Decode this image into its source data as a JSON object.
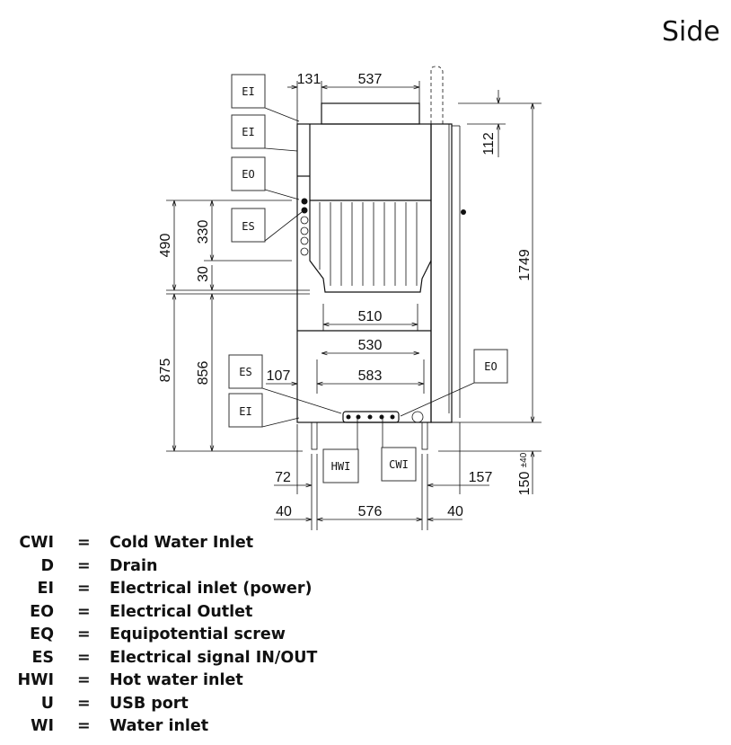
{
  "title": "Side",
  "callouts": {
    "ei_top": "EI",
    "ei_mid": "EI",
    "eo_top": "EO",
    "es_top": "ES",
    "es_bottom": "ES",
    "ei_bottom": "EI",
    "eo_right": "EO",
    "hwi": "HWI",
    "cwi": "CWI"
  },
  "dimensions": {
    "d131": "131",
    "d537": "537",
    "d112": "112",
    "d1749": "1749",
    "d490": "490",
    "d330": "330",
    "d30": "30",
    "d875": "875",
    "d856": "856",
    "d510": "510",
    "d530": "530",
    "d583": "583",
    "d107": "107",
    "d72": "72",
    "d157": "157",
    "d150": "150",
    "d150_tol": "±40",
    "d40_left": "40",
    "d576": "576",
    "d40_right": "40"
  },
  "legend": [
    {
      "abbr": "CWI",
      "eq": "=",
      "desc": "Cold Water Inlet"
    },
    {
      "abbr": "D",
      "eq": "=",
      "desc": "Drain"
    },
    {
      "abbr": "EI",
      "eq": "=",
      "desc": "Electrical inlet (power)"
    },
    {
      "abbr": "EO",
      "eq": "=",
      "desc": "Electrical Outlet"
    },
    {
      "abbr": "EQ",
      "eq": "=",
      "desc": "Equipotential screw"
    },
    {
      "abbr": "ES",
      "eq": "=",
      "desc": "Electrical signal IN/OUT"
    },
    {
      "abbr": "HWI",
      "eq": "=",
      "desc": "Hot water inlet"
    },
    {
      "abbr": "U",
      "eq": "=",
      "desc": "USB port"
    },
    {
      "abbr": "WI",
      "eq": "=",
      "desc": "Water inlet"
    }
  ]
}
